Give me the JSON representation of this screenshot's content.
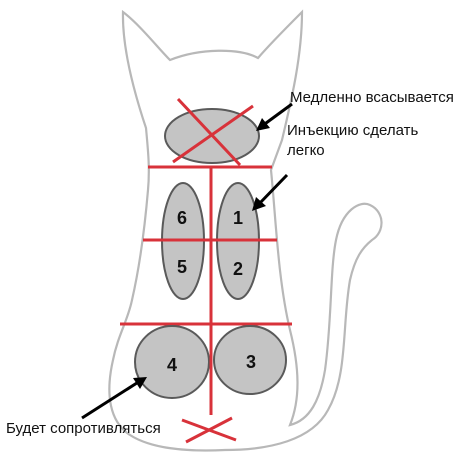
{
  "colors": {
    "outline": "#b8b8b8",
    "zone_fill": "#c4c4c4",
    "zone_stroke": "#5a5a5a",
    "red_line": "#d8323a",
    "arrow": "#000000",
    "text": "#111111"
  },
  "zones": {
    "z1": "1",
    "z2": "2",
    "z3": "3",
    "z4": "4",
    "z5": "5",
    "z6": "6"
  },
  "labels": {
    "slow_absorb": "Медленно всасывается",
    "easy_line1": "Инъекцию сделать",
    "easy_line2": "легко",
    "resist": "Будет сопротивляться"
  }
}
